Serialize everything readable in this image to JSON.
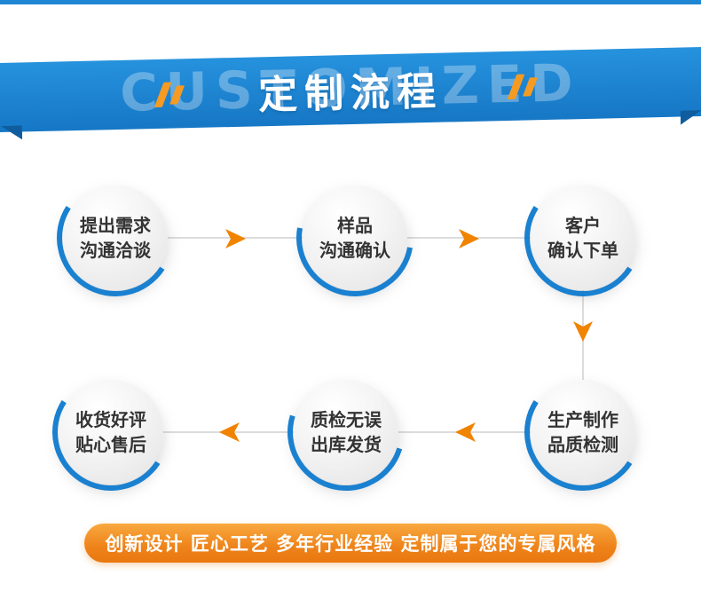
{
  "banner": {
    "watermark": "CUSTOMIZED",
    "title": "定制流程"
  },
  "steps": [
    {
      "line1": "提出需求",
      "line2": "沟通洽谈"
    },
    {
      "line1": "样品",
      "line2": "沟通确认"
    },
    {
      "line1": "客户",
      "line2": "确认下单"
    },
    {
      "line1": "生产制作",
      "line2": "品质检测"
    },
    {
      "line1": "质检无误",
      "line2": "出库发货"
    },
    {
      "line1": "收货好评",
      "line2": "贴心售后"
    }
  ],
  "footer": {
    "text": "创新设计 匠心工艺 多年行业经验 定制属于您的专属风格"
  },
  "colors": {
    "band_blue": "#1a80d0",
    "watermark_blue": "#5aa6de",
    "arc_blue": "#1a80d0",
    "accent_orange": "#f08300",
    "slash_orange": "#f59b23",
    "footer_orange": "#ee831a"
  }
}
